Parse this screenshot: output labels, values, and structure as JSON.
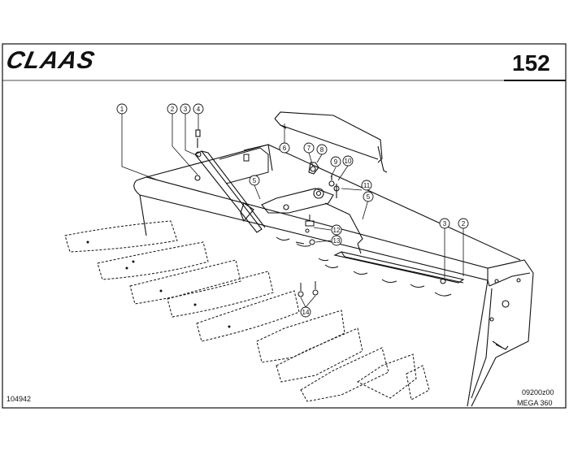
{
  "header": {
    "brand": "CLAAS",
    "page_number": "152"
  },
  "footer": {
    "drawing_number": "104942",
    "code": "09200z00",
    "model": "MEGA 360"
  },
  "callouts": [
    "1",
    "2",
    "3",
    "4",
    "5",
    "6",
    "7",
    "8",
    "9",
    "10",
    "11",
    "12",
    "13",
    "14",
    "3",
    "2",
    "5"
  ]
}
